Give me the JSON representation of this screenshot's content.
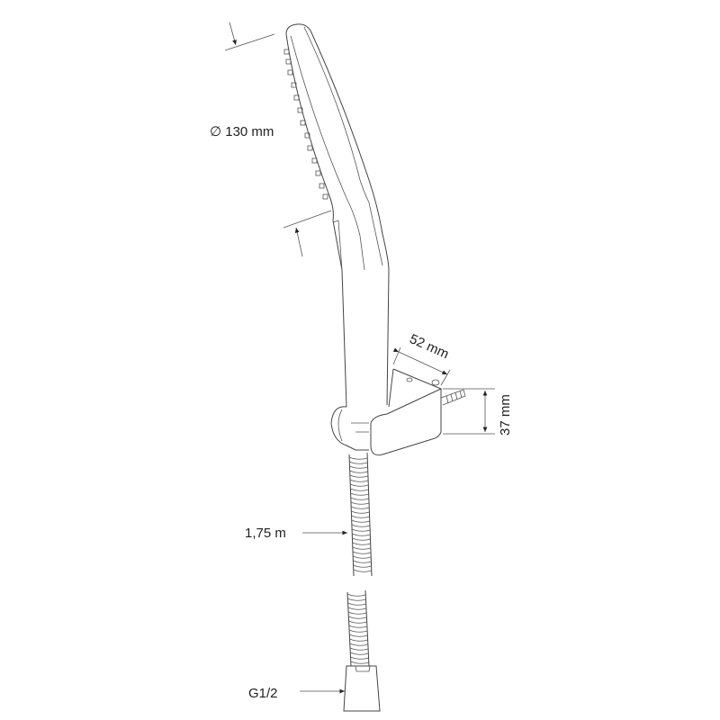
{
  "labels": {
    "head_diameter": "∅ 130 mm",
    "bracket_depth": "52 mm",
    "bracket_height": "37 mm",
    "hose_length": "1,75 m",
    "connection": "G1/2"
  },
  "colors": {
    "line": "#444444",
    "text": "#222222",
    "background": "#ffffff"
  }
}
